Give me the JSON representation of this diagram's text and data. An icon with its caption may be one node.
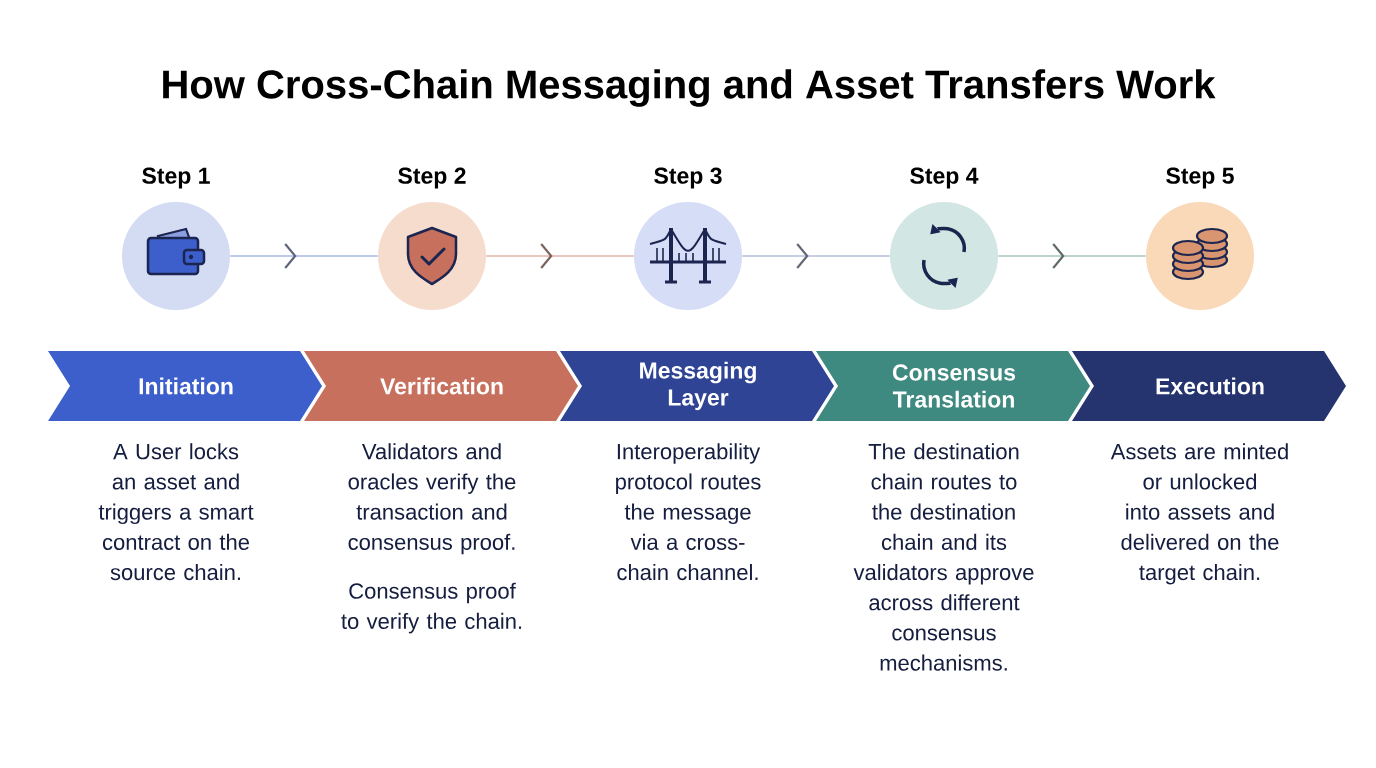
{
  "diagram": {
    "title": "How Cross-Chain Messaging and Asset Transfers Work",
    "nodes": [
      {
        "text": [],
        "shape": "circle",
        "beside": [
          "Step 1"
        ]
      },
      {
        "text": [],
        "shape": "circle",
        "beside": [
          "Step 2"
        ]
      },
      {
        "text": [],
        "shape": "circle",
        "beside": [
          "Step 3"
        ]
      },
      {
        "text": [],
        "shape": "circle",
        "beside": [
          "Step 4"
        ]
      },
      {
        "text": [],
        "shape": "circle",
        "beside": [
          "Step 5"
        ]
      },
      {
        "text": [
          "Initiation"
        ],
        "beside": [
          "A User locks an asset and triggers a smart contract on the source chain."
        ]
      },
      {
        "text": [
          "Verification"
        ],
        "beside": [
          "Validators and oracles verify the transaction and consensus proof.",
          "Consensus proof to verify the chain."
        ]
      },
      {
        "text": [
          "Messaging Layer"
        ],
        "beside": [
          "Interoperability protocol routes the message via a cross-chain channel."
        ]
      },
      {
        "text": [
          "Consensus Translation"
        ],
        "beside": [
          "The destination chain routes to the destination chain and its validators approve across different consensus mechanisms."
        ]
      },
      {
        "text": [
          "Execution"
        ],
        "beside": [
          "Assets are minted or unlocked into assets and delivered on the target chain."
        ]
      }
    ],
    "edges": [
      {
        "from": 0,
        "to": 1,
        "arrow": "to",
        "color": "#a9b8e6"
      },
      {
        "from": 1,
        "to": 2,
        "arrow": "to",
        "color": "#e2b4a8"
      },
      {
        "from": 2,
        "to": 3,
        "arrow": "to",
        "color": "#b4bdd8"
      },
      {
        "from": 3,
        "to": 4,
        "arrow": "to",
        "color": "#a9c4bf"
      }
    ]
  }
}
